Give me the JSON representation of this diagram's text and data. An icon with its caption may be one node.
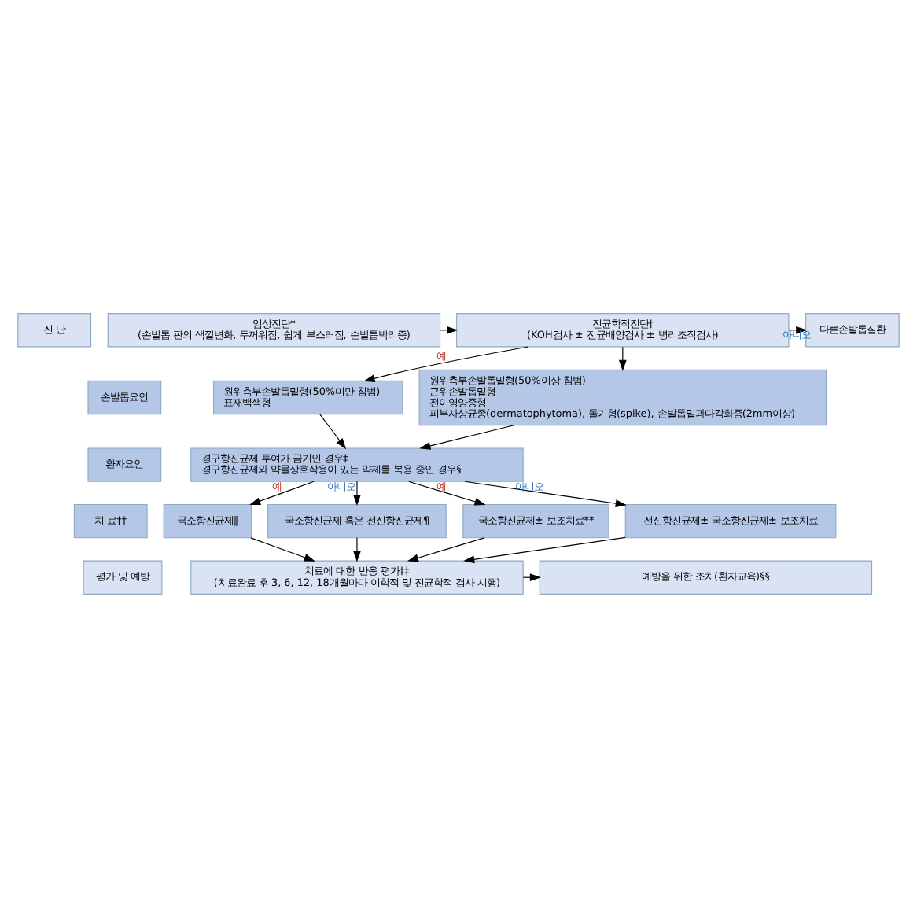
{
  "diagram": {
    "nodes": [
      {
        "text": [
          "진 단"
        ]
      },
      {
        "text": [
          "손발톱요인"
        ]
      },
      {
        "text": [
          "환자요인"
        ]
      },
      {
        "text": [
          "치 료††"
        ]
      },
      {
        "text": [
          "평가 및 예방"
        ]
      },
      {
        "text": [
          "임상진단*",
          "(손발톱 판의 색깔변화, 두꺼워짐, 쉽게 부스러짐, 손발톱박리증)"
        ]
      },
      {
        "text": [
          "진균학적진단†",
          "(KOH검사 ± 진균배양검사 ± 병리조직검사)"
        ]
      },
      {
        "text": [
          "다른손발톱질환"
        ]
      },
      {
        "text": [
          "원위측부손발톱밑형(50%미만 침범)",
          "표재백색형"
        ]
      },
      {
        "text": [
          "원위측부손발톱밑형(50%이상 침범)",
          "근위손발톱밑형",
          "전이영양증형",
          "피부사상균종(dermatophytoma), 돌기형(spike), 손발톱밑과다각화증(2mm이상)"
        ]
      },
      {
        "text": [
          "경구항진균제 투여가 금기인 경우‡",
          "경구항진균제와 약물상호작용이 있는 약제를 복용 중인 경우§"
        ]
      },
      {
        "text": [
          "국소항진균제∥"
        ]
      },
      {
        "text": [
          "국소항진균제 혹은 전신항진균제¶"
        ]
      },
      {
        "text": [
          "국소항진균제± 보조치료**"
        ]
      },
      {
        "text": [
          "전신항진균제± 국소항진균제± 보조치료"
        ]
      },
      {
        "text": [
          "치료에 대한 반응 평가‡‡",
          "(치료완료 후 3, 6, 12, 18개월마다 이학적 및 진균학적 검사 시행)"
        ]
      },
      {
        "text": [
          "예방을 위한 조치(환자교육)§§"
        ]
      }
    ],
    "edges": [
      {
        "from": 5,
        "to": 6,
        "arrow": "to"
      },
      {
        "from": 6,
        "to": 7,
        "arrow": "to",
        "label": "아니오"
      },
      {
        "from": 6,
        "to": 8,
        "arrow": "to",
        "label": "예"
      },
      {
        "from": 6,
        "to": 9,
        "arrow": "to"
      },
      {
        "from": 8,
        "to": 10,
        "arrow": "to"
      },
      {
        "from": 9,
        "to": 10,
        "arrow": "to"
      },
      {
        "from": 10,
        "to": 11,
        "arrow": "to",
        "label": "예"
      },
      {
        "from": 10,
        "to": 12,
        "arrow": "to",
        "label": "아니오"
      },
      {
        "from": 10,
        "to": 13,
        "arrow": "to",
        "label": "예"
      },
      {
        "from": 10,
        "to": 14,
        "arrow": "to",
        "label": "아니오"
      },
      {
        "from": 11,
        "to": 15,
        "arrow": "to"
      },
      {
        "from": 12,
        "to": 15,
        "arrow": "to"
      },
      {
        "from": 13,
        "to": 15,
        "arrow": "to"
      },
      {
        "from": 14,
        "to": 15,
        "arrow": "to"
      },
      {
        "from": 15,
        "to": 16,
        "arrow": "to"
      }
    ]
  }
}
